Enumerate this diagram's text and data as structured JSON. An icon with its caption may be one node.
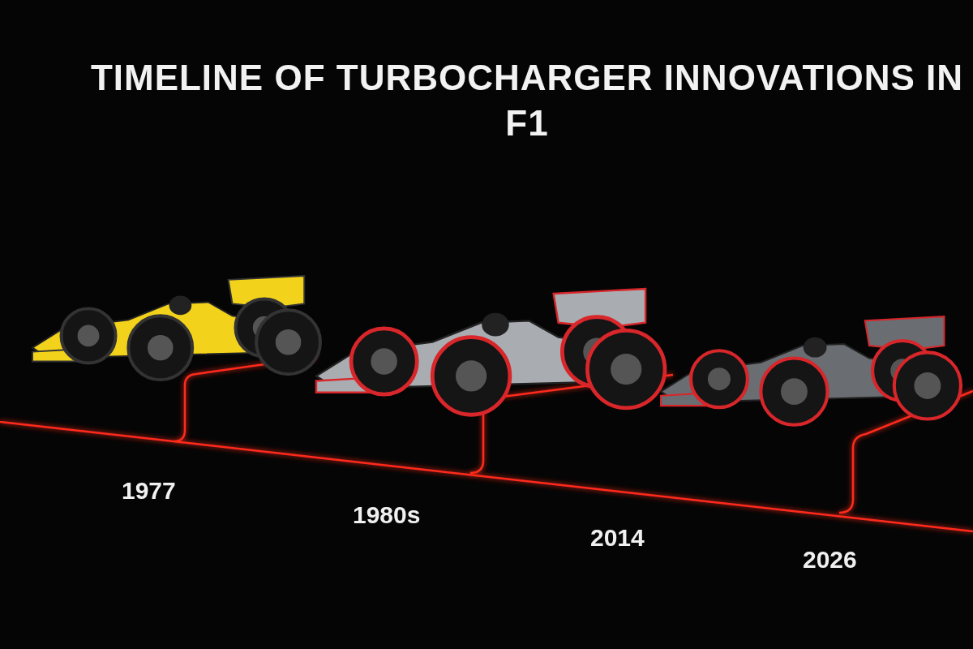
{
  "diagram": {
    "title": "TIMELINE OF TURBOCHARGER INNOVATIONS IN F1",
    "labels": [
      "1977",
      "1980s",
      "2014",
      "2026"
    ]
  }
}
